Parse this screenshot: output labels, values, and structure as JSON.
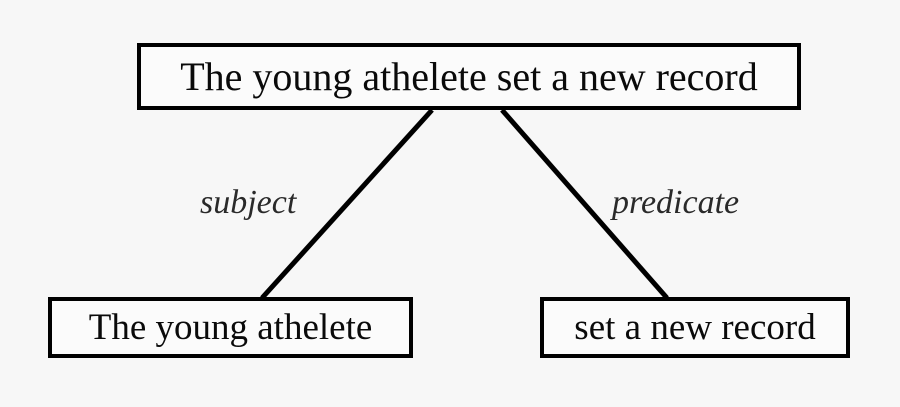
{
  "diagram": {
    "type": "sentence-constituency-tree",
    "background_color": "#f7f7f7",
    "line_color": "#000000",
    "text_color": "#0a0a0a",
    "label_color": "#2a2a2a",
    "nodes": [
      {
        "id": "root",
        "role": "sentence",
        "text": "The young athelete set a new record"
      },
      {
        "id": "subject",
        "role": "subject-phrase",
        "text": "The young athelete"
      },
      {
        "id": "predicate",
        "role": "predicate-phrase",
        "text": "set a new record"
      }
    ],
    "edges": [
      {
        "id": "edge-subject",
        "from": "root",
        "to": "subject",
        "label": "subject"
      },
      {
        "id": "edge-predicate",
        "from": "root",
        "to": "predicate",
        "label": "predicate"
      }
    ]
  }
}
